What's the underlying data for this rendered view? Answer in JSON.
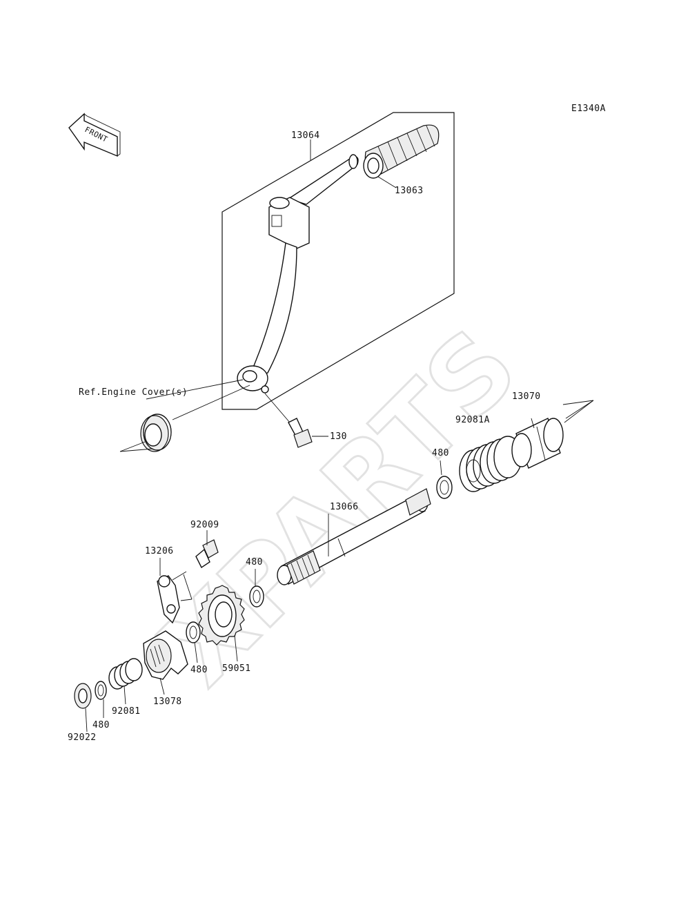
{
  "diagram": {
    "code": "E1340A",
    "watermark": "XPARTS",
    "front_label": "FRONT",
    "ref_label": "Ref.Engine Cover(s)",
    "callouts": {
      "p13064": "13064",
      "p13063": "13063",
      "p130": "130",
      "p13070": "13070",
      "p92081A": "92081A",
      "p480_top": "480",
      "p13066": "13066",
      "p92009": "92009",
      "p13206": "13206",
      "p480_mid": "480",
      "p480_gear": "480",
      "p59051": "59051",
      "p13078": "13078",
      "p92081": "92081",
      "p480_bottom": "480",
      "p92022": "92022"
    }
  }
}
